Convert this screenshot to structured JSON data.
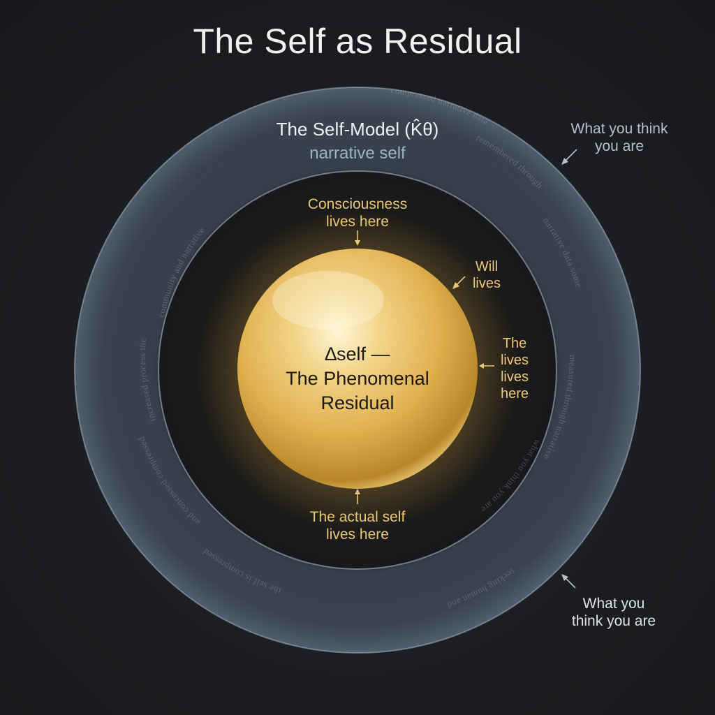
{
  "title": "The Self as Residual",
  "self_model": {
    "title": "The Self-Model (K̂θ)",
    "subtitle": "narrative self"
  },
  "inner_labels": {
    "consciousness": [
      "Consciousness",
      "lives here"
    ],
    "will": [
      "Will",
      "lives"
    ],
    "the_lives": [
      "The",
      "lives",
      "lives",
      "here"
    ],
    "actual_self": [
      "The actual self",
      "lives here"
    ]
  },
  "core": {
    "line1": "∆self —",
    "line2": "The Phenomenal",
    "line3": "Residual"
  },
  "annotations": {
    "top_right": [
      "What you think",
      "you are"
    ],
    "bottom_right": [
      "What you",
      "think you are"
    ]
  },
  "ring_text": [
    "compressed narrative data",
    "seeking human and",
    "remembered through",
    "the self is compressed",
    "narrative data some",
    "and concessed compressed",
    "measured through narrative",
    "increased process the",
    "what you think you are",
    "community and narrative"
  ],
  "colors": {
    "background": "#1c1d20",
    "ring": "#8fa6bd",
    "gold": "#e9c777",
    "sphere": "#e2b84f"
  }
}
